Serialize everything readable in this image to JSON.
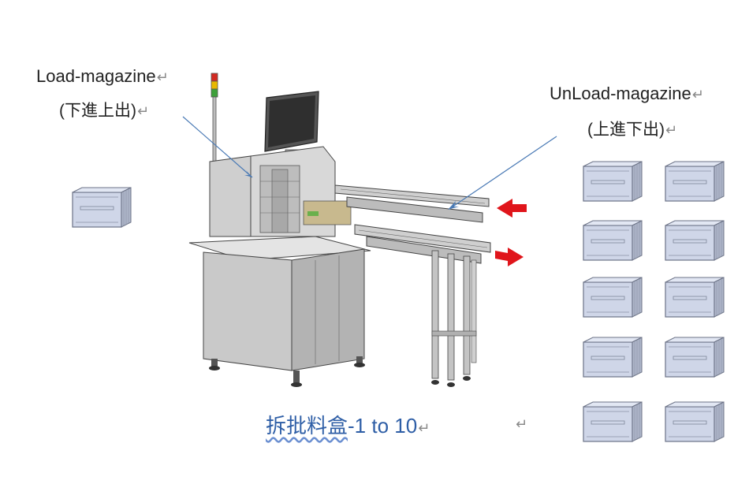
{
  "labels": {
    "load": {
      "title": "Load-magazine",
      "subtitle": "(下進上出)",
      "return_mark": "↵"
    },
    "unload": {
      "title": "UnLoad-magazine",
      "subtitle": "(上進下出)",
      "return_mark": "↵"
    },
    "caption": {
      "cjk": "拆批料盒",
      "rest": "-1 to 10",
      "return_mark": "↵"
    },
    "stray_return_mark": "↵"
  },
  "icons": {
    "machine": "automated-handling-machine",
    "magazine": "magazine-box",
    "arrow": "flow-arrow"
  },
  "colors": {
    "flow_arrow": "#e0151b",
    "caption": "#2e5ea6",
    "magazine_fill": "#cfd6e8",
    "machine_body": "#c9c9c9",
    "leader_line": "#4a7ab5"
  }
}
